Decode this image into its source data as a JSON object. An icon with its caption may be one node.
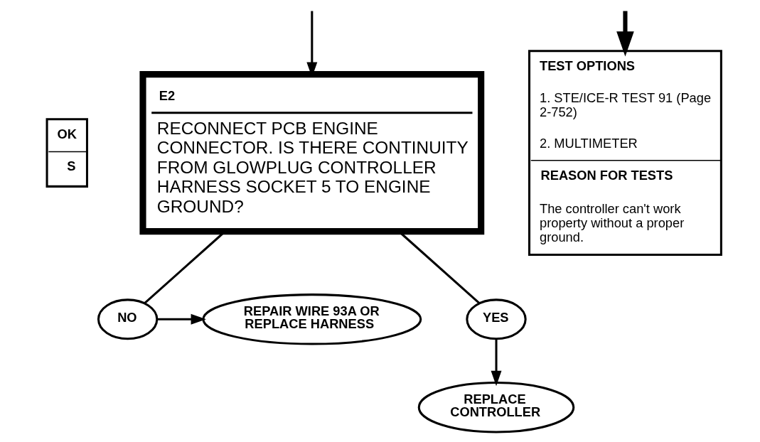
{
  "diagram": {
    "nodes": [
      {
        "text": [
          "OK",
          "S"
        ]
      },
      {
        "text": [
          "E2",
          "RECONNECT PCB ENGINE CONNECTOR. IS THERE CONTINUITY FROM GLOWPLUG CONTROLLER HARNESS SOCKET 5 TO ENGINE GROUND?"
        ]
      },
      {
        "text": [
          "TEST OPTIONS",
          "1. STE/ICE-R TEST 91 (Page 2-752)",
          "2. MULTIMETER",
          "REASON FOR TESTS",
          "The controller can't work property without a proper ground."
        ]
      },
      {
        "text": [
          "NO"
        ]
      },
      {
        "text": [
          "REPAIR WIRE 93A OR REPLACE HARNESS"
        ]
      },
      {
        "text": [
          "YES"
        ]
      },
      {
        "text": [
          "REPLACE CONTROLLER"
        ]
      }
    ],
    "edges": [
      {
        "from": null,
        "to": 1,
        "arrow": "to"
      },
      {
        "from": null,
        "to": 2,
        "arrow": "to",
        "style": "thick"
      },
      {
        "from": 1,
        "to": 3,
        "arrow": "none"
      },
      {
        "from": 3,
        "to": 4,
        "arrow": "to"
      },
      {
        "from": 1,
        "to": 5,
        "arrow": "none"
      },
      {
        "from": 5,
        "to": 6,
        "arrow": "to"
      }
    ]
  }
}
